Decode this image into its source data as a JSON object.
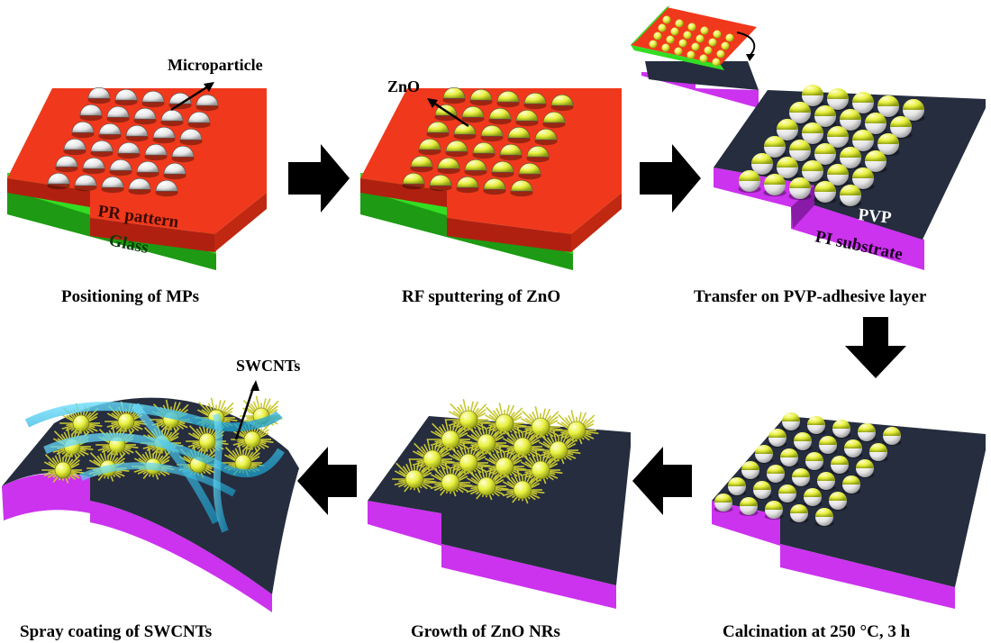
{
  "panels": [
    {
      "id": "positioning",
      "caption": "Positioning  of  MPs",
      "annotation": "Microparticle",
      "layer_labels": [
        "PR pattern",
        "Glass"
      ]
    },
    {
      "id": "sputtering",
      "caption": "RF sputtering  of  ZnO",
      "annotation": "ZnO"
    },
    {
      "id": "transfer",
      "caption": "Transfer  on  PVP-adhesive layer",
      "layer_labels": [
        "PVP",
        "PI substrate"
      ]
    },
    {
      "id": "calcination",
      "caption": "Calcination  at 250 °C, 3 h"
    },
    {
      "id": "growth",
      "caption": "Growth  of  ZnO  NRs"
    },
    {
      "id": "spray",
      "caption": "Spray coating of SWCNTs",
      "annotation": "SWCNTs"
    }
  ],
  "colors": {
    "pr_layer": "#f0391c",
    "glass": "#33dd22",
    "pvp": "#262d3f",
    "pi_substrate": "#cc33ee",
    "microparticle": "#f4f4f4",
    "zno": "#e4f040",
    "nanorod": "#cccc33",
    "swcnt": "#2ab8e0",
    "arrow": "#000000"
  },
  "flow_arrows": [
    "right",
    "right",
    "down",
    "left",
    "left"
  ]
}
